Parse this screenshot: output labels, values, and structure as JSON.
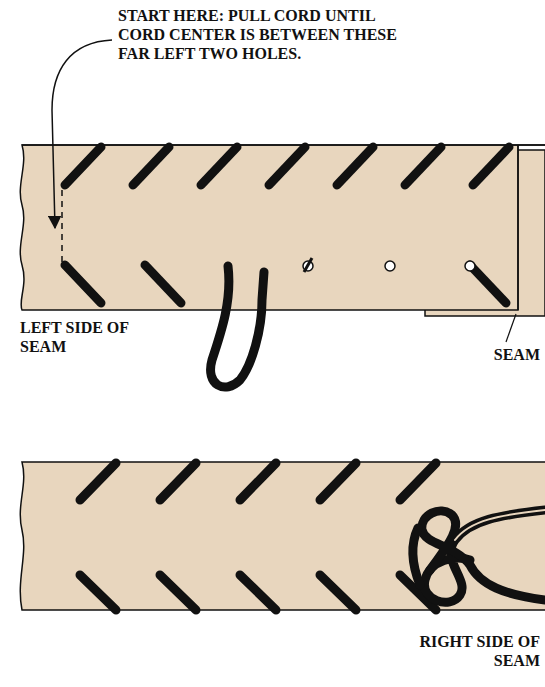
{
  "diagram": {
    "labels": [
      "START HERE: PULL CORD UNTIL CORD CENTER IS BETWEEN THESE FAR LEFT TWO HOLES.",
      "LEFT SIDE OF SEAM",
      "SEAM",
      "RIGHT SIDE OF SEAM"
    ]
  }
}
